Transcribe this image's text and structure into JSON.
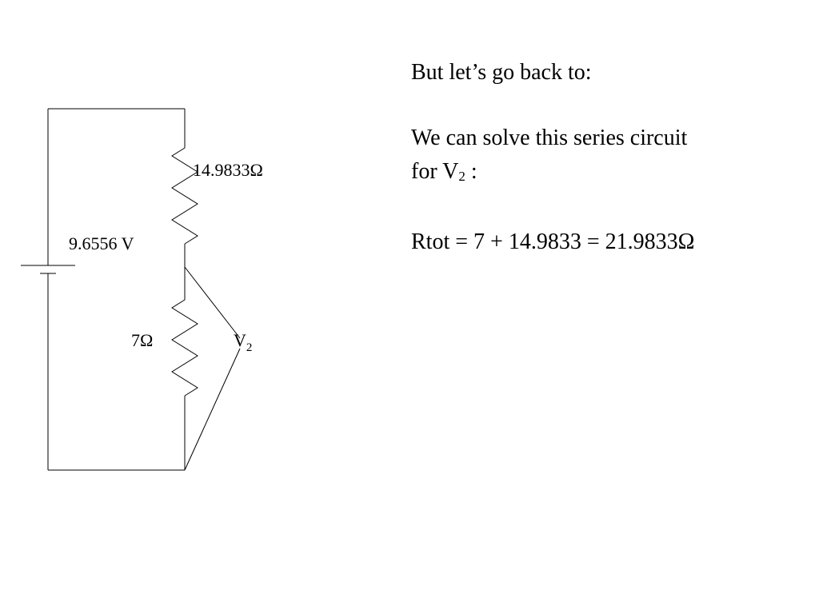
{
  "circuit": {
    "source_voltage_label": "9.6556 V",
    "resistor_top_label": "14.9833Ω",
    "resistor_bottom_label": "7Ω",
    "voltage_label_main": "V",
    "voltage_label_sub": "2"
  },
  "text": {
    "line1": "But let’s go back to:",
    "line2": "We can solve this series circuit",
    "line3_prefix": "for ",
    "line3_var": "V",
    "line3_sub": "2",
    "line3_suffix": " :",
    "line4": "Rtot = 7 + 14.9833 = 21.9833Ω"
  }
}
